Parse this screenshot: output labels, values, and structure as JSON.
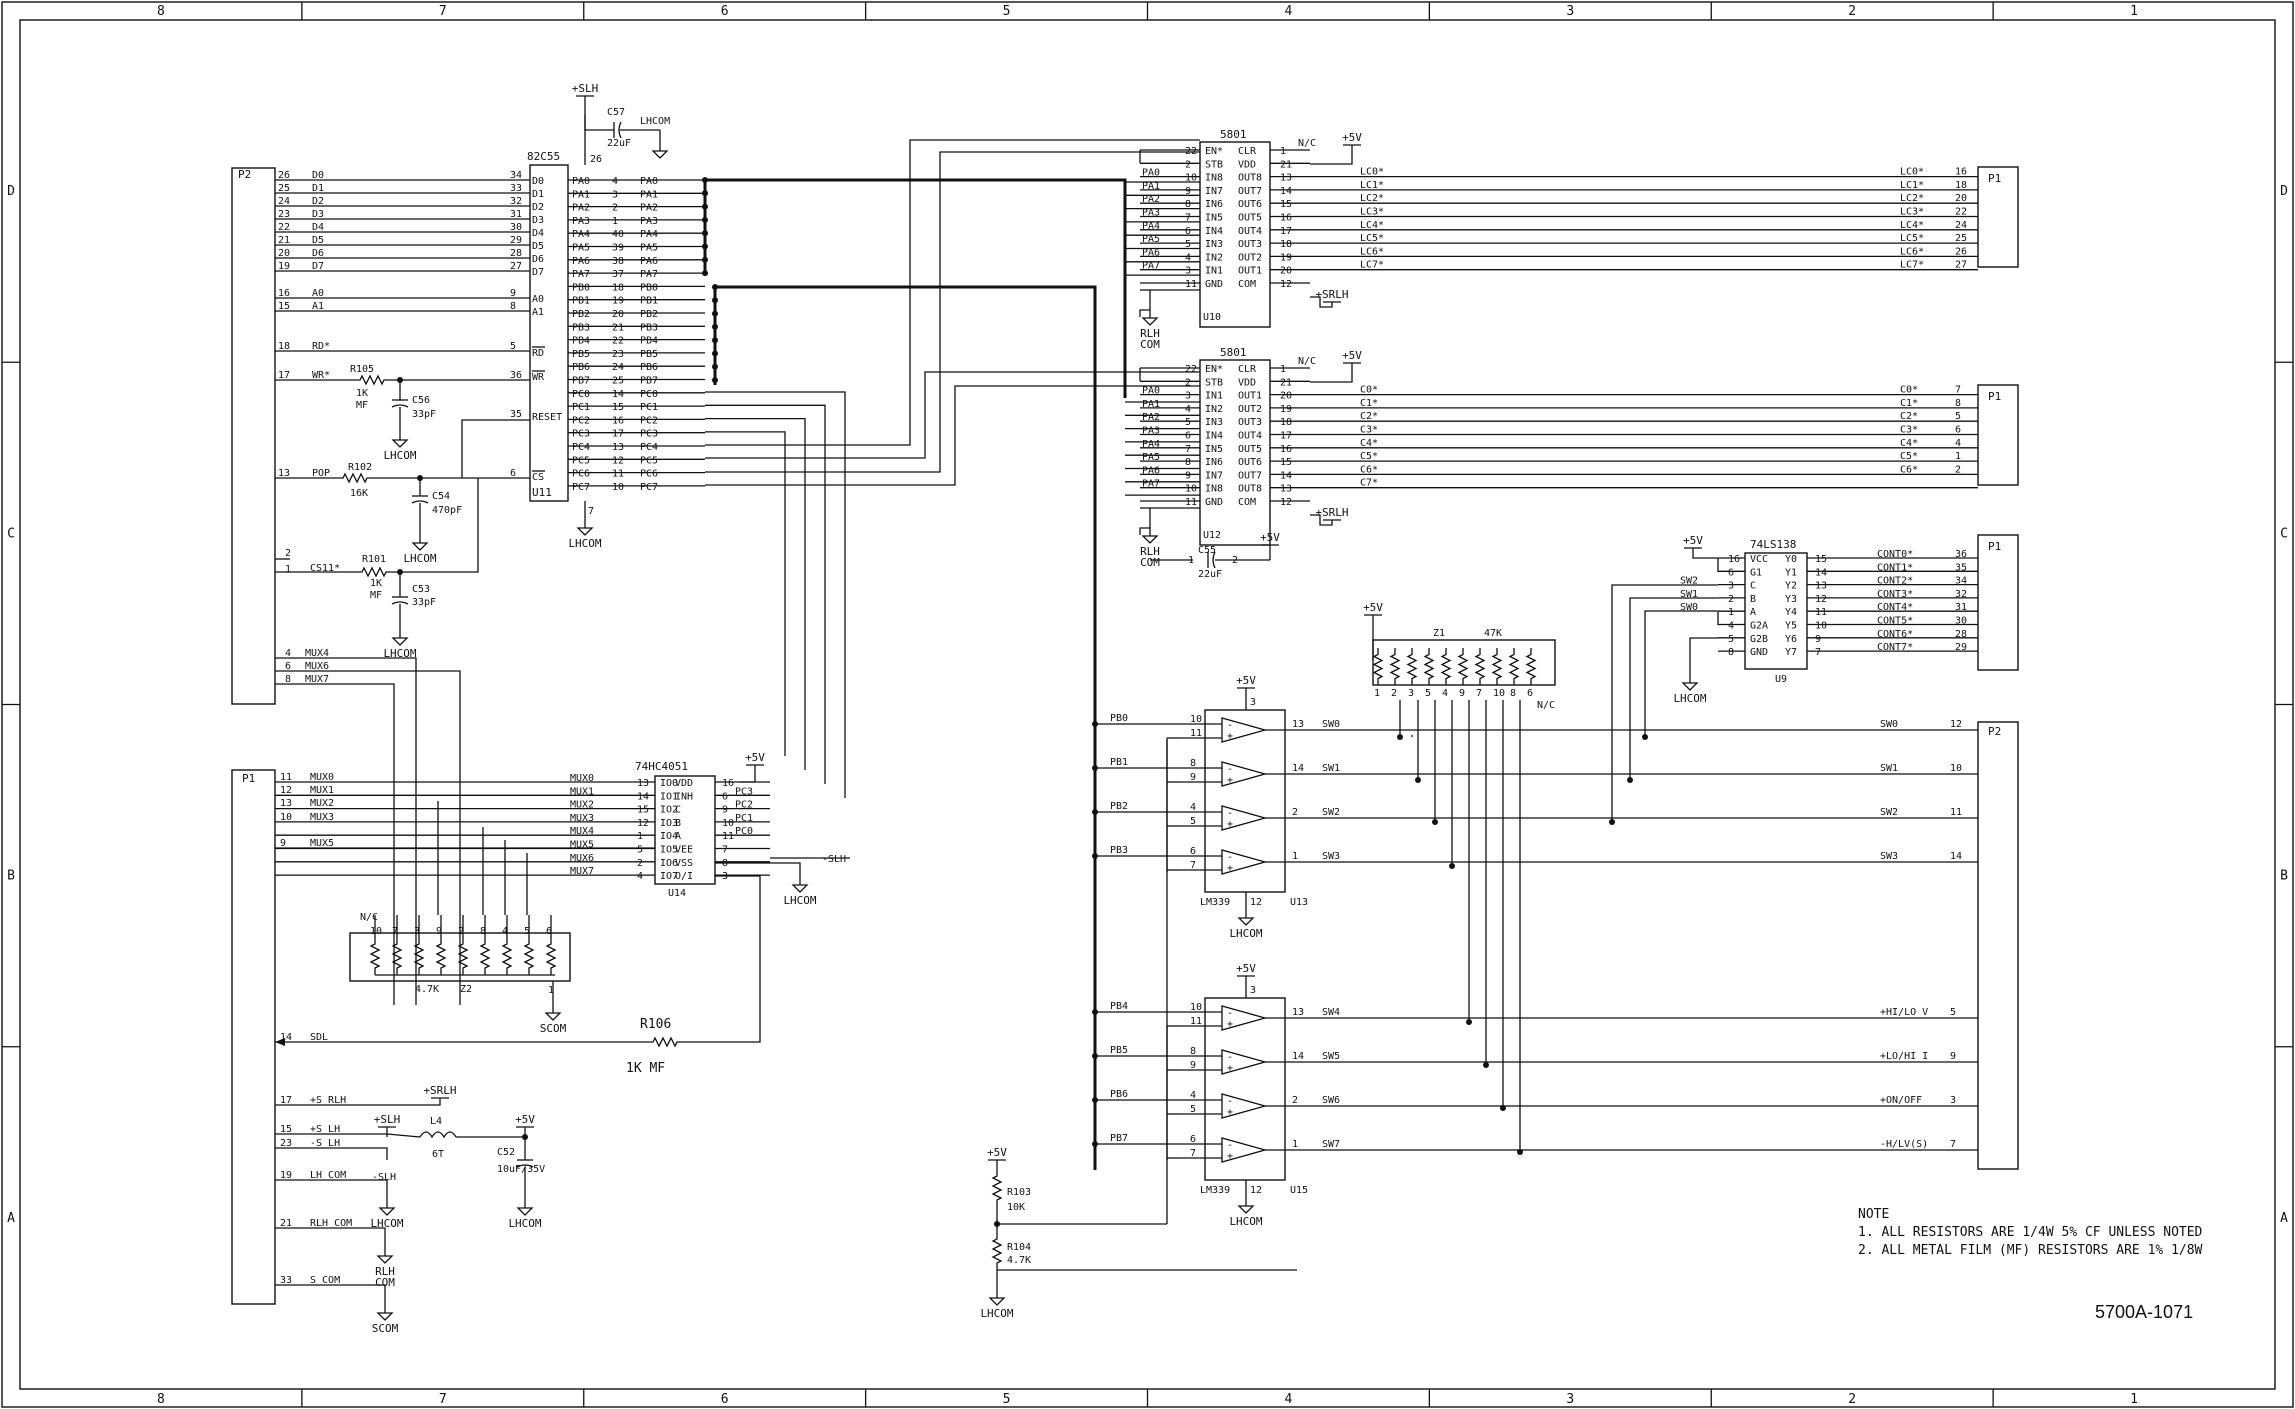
{
  "border": {
    "cols": [
      "8",
      "7",
      "6",
      "5",
      "4",
      "3",
      "2",
      "1"
    ],
    "rows": [
      "D",
      "C",
      "B",
      "A"
    ]
  },
  "u11": {
    "part": "82C55",
    "ref": "U11",
    "rd": "RD",
    "wr": "WR",
    "reset": "RESET",
    "cs": "CS"
  },
  "p2_top": {
    "ref": "P2",
    "data": [
      {
        "pin": "26",
        "sig": "D0",
        "cpin": "34",
        "name": "D0"
      },
      {
        "pin": "25",
        "sig": "D1",
        "cpin": "33",
        "name": "D1"
      },
      {
        "pin": "24",
        "sig": "D2",
        "cpin": "32",
        "name": "D2"
      },
      {
        "pin": "23",
        "sig": "D3",
        "cpin": "31",
        "name": "D3"
      },
      {
        "pin": "22",
        "sig": "D4",
        "cpin": "30",
        "name": "D4"
      },
      {
        "pin": "21",
        "sig": "D5",
        "cpin": "29",
        "name": "D5"
      },
      {
        "pin": "20",
        "sig": "D6",
        "cpin": "28",
        "name": "D6"
      },
      {
        "pin": "19",
        "sig": "D7",
        "cpin": "27",
        "name": "D7"
      }
    ],
    "addr": [
      {
        "pin": "16",
        "sig": "A0",
        "cpin": "9",
        "name": "A0"
      },
      {
        "pin": "15",
        "sig": "A1",
        "cpin": "8",
        "name": "A1"
      }
    ],
    "rd": {
      "pin": "18",
      "sig": "RD*",
      "cpin": "5"
    },
    "wr": {
      "pin": "17",
      "sig": "WR*",
      "cpin": "36"
    },
    "pop": {
      "pin": "13",
      "sig": "POP",
      "cpin": "6"
    },
    "reset_pin": "35",
    "cs11": {
      "pins": [
        "2",
        "1"
      ],
      "sig": "CS11*"
    },
    "mux": [
      {
        "pin": "4",
        "sig": "MUX4"
      },
      {
        "pin": "6",
        "sig": "MUX6"
      },
      {
        "pin": "8",
        "sig": "MUX7"
      }
    ]
  },
  "pa_ports": [
    {
      "pin": "4",
      "name": "PA0",
      "label": "PA0"
    },
    {
      "pin": "3",
      "name": "PA1",
      "label": "PA1"
    },
    {
      "pin": "2",
      "name": "PA2",
      "label": "PA2"
    },
    {
      "pin": "1",
      "name": "PA3",
      "label": "PA3"
    },
    {
      "pin": "40",
      "name": "PA4",
      "label": "PA4"
    },
    {
      "pin": "39",
      "name": "PA5",
      "label": "PA5"
    },
    {
      "pin": "38",
      "name": "PA6",
      "label": "PA6"
    },
    {
      "pin": "37",
      "name": "PA7",
      "label": "PA7"
    }
  ],
  "pb_ports": [
    {
      "pin": "18",
      "name": "PB0",
      "label": "PB0"
    },
    {
      "pin": "19",
      "name": "PB1",
      "label": "PB1"
    },
    {
      "pin": "20",
      "name": "PB2",
      "label": "PB2"
    },
    {
      "pin": "21",
      "name": "PB3",
      "label": "PB3"
    },
    {
      "pin": "22",
      "name": "PB4",
      "label": "PB4"
    },
    {
      "pin": "23",
      "name": "PB5",
      "label": "PB5"
    },
    {
      "pin": "24",
      "name": "PB6",
      "label": "PB6"
    },
    {
      "pin": "25",
      "name": "PB7",
      "label": "PB7"
    }
  ],
  "pc_ports": [
    {
      "pin": "14",
      "name": "PC0",
      "label": "PC0"
    },
    {
      "pin": "15",
      "name": "PC1",
      "label": "PC1"
    },
    {
      "pin": "16",
      "name": "PC2",
      "label": "PC2"
    },
    {
      "pin": "17",
      "name": "PC3",
      "label": "PC3"
    },
    {
      "pin": "13",
      "name": "PC4",
      "label": "PC4"
    },
    {
      "pin": "12",
      "name": "PC5",
      "label": "PC5"
    },
    {
      "pin": "11",
      "name": "PC6",
      "label": "PC6"
    },
    {
      "pin": "10",
      "name": "PC7",
      "label": "PC7"
    }
  ],
  "u11_vdd": "26",
  "u11_gnd": "7",
  "c57": {
    "ref": "C57",
    "val": "22uF",
    "rail": "+SLH",
    "gnd": "LHCOM"
  },
  "r105": {
    "ref": "R105",
    "val": "1K",
    "tol": "MF"
  },
  "c56": {
    "ref": "C56",
    "val": "33pF",
    "gnd": "LHCOM"
  },
  "r102": {
    "ref": "R102",
    "val": "16K"
  },
  "c54": {
    "ref": "C54",
    "val": "470pF",
    "gnd": "LHCOM"
  },
  "r101": {
    "ref": "R101",
    "val": "1K",
    "tol": "MF"
  },
  "c53": {
    "ref": "C53",
    "val": "33pF",
    "gnd": "LHCOM"
  },
  "u10": {
    "part": "5801",
    "ref": "U10",
    "left": [
      {
        "pin": "22",
        "name": "EN*"
      },
      {
        "pin": "2",
        "name": "STB"
      },
      {
        "pin": "10",
        "name": "IN8",
        "sig": "PA0"
      },
      {
        "pin": "9",
        "name": "IN7",
        "sig": "PA1"
      },
      {
        "pin": "8",
        "name": "IN6",
        "sig": "PA2"
      },
      {
        "pin": "7",
        "name": "IN5",
        "sig": "PA3"
      },
      {
        "pin": "6",
        "name": "IN4",
        "sig": "PA4"
      },
      {
        "pin": "5",
        "name": "IN3",
        "sig": "PA5"
      },
      {
        "pin": "4",
        "name": "IN2",
        "sig": "PA6"
      },
      {
        "pin": "3",
        "name": "IN1",
        "sig": "PA7"
      },
      {
        "pin": "11",
        "name": "GND"
      }
    ],
    "right": [
      {
        "pin": "1",
        "name": "CLR",
        "sig": "N/C"
      },
      {
        "pin": "21",
        "name": "VDD"
      },
      {
        "pin": "13",
        "name": "OUT8",
        "sig": "LC0*"
      },
      {
        "pin": "14",
        "name": "OUT7",
        "sig": "LC1*"
      },
      {
        "pin": "15",
        "name": "OUT6",
        "sig": "LC2*"
      },
      {
        "pin": "16",
        "name": "OUT5",
        "sig": "LC3*"
      },
      {
        "pin": "17",
        "name": "OUT4",
        "sig": "LC4*"
      },
      {
        "pin": "18",
        "name": "OUT3",
        "sig": "LC5*"
      },
      {
        "pin": "19",
        "name": "OUT2",
        "sig": "LC6*"
      },
      {
        "pin": "20",
        "name": "OUT1",
        "sig": "LC7*"
      },
      {
        "pin": "12",
        "name": "COM",
        "sig": "+SRLH"
      }
    ],
    "vrail": "+5V",
    "gnd": "RLH COM"
  },
  "p1_lc": {
    "ref": "P1",
    "pins": [
      "16",
      "18",
      "20",
      "22",
      "24",
      "25",
      "26",
      "27"
    ]
  },
  "u12": {
    "part": "5801",
    "ref": "U12",
    "left": [
      {
        "pin": "22",
        "name": "EN*"
      },
      {
        "pin": "2",
        "name": "STB"
      },
      {
        "pin": "3",
        "name": "IN1",
        "sig": "PA0"
      },
      {
        "pin": "4",
        "name": "IN2",
        "sig": "PA1"
      },
      {
        "pin": "5",
        "name": "IN3",
        "sig": "PA2"
      },
      {
        "pin": "6",
        "name": "IN4",
        "sig": "PA3"
      },
      {
        "pin": "7",
        "name": "IN5",
        "sig": "PA4"
      },
      {
        "pin": "8",
        "name": "IN6",
        "sig": "PA5"
      },
      {
        "pin": "9",
        "name": "IN7",
        "sig": "PA6"
      },
      {
        "pin": "10",
        "name": "IN8",
        "sig": "PA7"
      },
      {
        "pin": "11",
        "name": "GND"
      }
    ],
    "right": [
      {
        "pin": "1",
        "name": "CLR",
        "sig": "N/C"
      },
      {
        "pin": "21",
        "name": "VDD"
      },
      {
        "pin": "20",
        "name": "OUT1",
        "sig": "C0*"
      },
      {
        "pin": "19",
        "name": "OUT2",
        "sig": "C1*"
      },
      {
        "pin": "18",
        "name": "OUT3",
        "sig": "C2*"
      },
      {
        "pin": "17",
        "name": "OUT4",
        "sig": "C3*"
      },
      {
        "pin": "16",
        "name": "OUT5",
        "sig": "C4*"
      },
      {
        "pin": "15",
        "name": "OUT6",
        "sig": "C5*"
      },
      {
        "pin": "14",
        "name": "OUT7",
        "sig": "C6*"
      },
      {
        "pin": "13",
        "name": "OUT8",
        "sig": "C7*"
      },
      {
        "pin": "12",
        "name": "COM",
        "sig": "+SRLH"
      }
    ],
    "vrail": "+5V",
    "gnd": "RLH COM"
  },
  "p1_c": {
    "ref": "P1",
    "pins": [
      "7",
      "8",
      "5",
      "6",
      "4",
      "1",
      "2"
    ]
  },
  "c55": {
    "ref": "C55",
    "val": "22uF",
    "p1": "1",
    "p2": "2",
    "rail": "+5V"
  },
  "u9": {
    "part": "74LS138",
    "ref": "U9",
    "left": [
      {
        "pin": "16",
        "name": "VCC",
        "sig": "+5V"
      },
      {
        "pin": "6",
        "name": "G1"
      },
      {
        "pin": "3",
        "name": "C",
        "sig": "SW2"
      },
      {
        "pin": "2",
        "name": "B",
        "sig": "SW1"
      },
      {
        "pin": "1",
        "name": "A",
        "sig": "SW0"
      },
      {
        "pin": "4",
        "name": "G2A"
      },
      {
        "pin": "5",
        "name": "G2B"
      },
      {
        "pin": "8",
        "name": "GND"
      }
    ],
    "right": [
      {
        "pin": "15",
        "name": "Y0",
        "sig": "CONT0*",
        "p": "36"
      },
      {
        "pin": "14",
        "name": "Y1",
        "sig": "CONT1*",
        "p": "35"
      },
      {
        "pin": "13",
        "name": "Y2",
        "sig": "CONT2*",
        "p": "34"
      },
      {
        "pin": "12",
        "name": "Y3",
        "sig": "CONT3*",
        "p": "32"
      },
      {
        "pin": "11",
        "name": "Y4",
        "sig": "CONT4*",
        "p": "31"
      },
      {
        "pin": "10",
        "name": "Y5",
        "sig": "CONT5*",
        "p": "30"
      },
      {
        "pin": "9",
        "name": "Y6",
        "sig": "CONT6*",
        "p": "28"
      },
      {
        "pin": "7",
        "name": "Y7",
        "sig": "CONT7*",
        "p": "29"
      }
    ],
    "p1": "P1",
    "gnd": "LHCOM"
  },
  "z1": {
    "ref": "Z1",
    "val": "47K",
    "rail": "+5V",
    "pins": [
      "1",
      "2",
      "3",
      "5",
      "4",
      "9",
      "7",
      "10",
      "8",
      "6"
    ],
    "nc": "N/C"
  },
  "u13": {
    "part": "LM339",
    "ref": "U13",
    "vcc": "3",
    "gnd": "12",
    "rail": "+5V",
    "gndname": "LHCOM",
    "comps": [
      {
        "in": "PB0",
        "pm": "10",
        "pp": "11",
        "out": "13",
        "sw": "SW0",
        "p2label": "SW0",
        "p2pin": "12"
      },
      {
        "in": "PB1",
        "pm": "8",
        "pp": "9",
        "out": "14",
        "sw": "SW1",
        "p2label": "SW1",
        "p2pin": "10"
      },
      {
        "in": "PB2",
        "pm": "4",
        "pp": "5",
        "out": "2",
        "sw": "SW2",
        "p2label": "SW2",
        "p2pin": "11"
      },
      {
        "in": "PB3",
        "pm": "6",
        "pp": "7",
        "out": "1",
        "sw": "SW3",
        "p2label": "SW3",
        "p2pin": "14"
      }
    ]
  },
  "u15": {
    "part": "LM339",
    "ref": "U15",
    "vcc": "3",
    "gnd": "12",
    "rail": "+5V",
    "gndname": "LHCOM",
    "comps": [
      {
        "in": "PB4",
        "pm": "10",
        "pp": "11",
        "out": "13",
        "sw": "SW4",
        "p2label": "+HI/LO V",
        "p2pin": "5"
      },
      {
        "in": "PB5",
        "pm": "8",
        "pp": "9",
        "out": "14",
        "sw": "SW5",
        "p2label": "+LO/HI I",
        "p2pin": "9"
      },
      {
        "in": "PB6",
        "pm": "4",
        "pp": "5",
        "out": "2",
        "sw": "SW6",
        "p2label": "+ON/OFF",
        "p2pin": "3"
      },
      {
        "in": "PB7",
        "pm": "6",
        "pp": "7",
        "out": "1",
        "sw": "SW7",
        "p2label": "-H/LV(S)",
        "p2pin": "7"
      }
    ]
  },
  "p2_right": "P2",
  "r103": {
    "ref": "R103",
    "val": "10K",
    "rail": "+5V"
  },
  "r104": {
    "ref": "R104",
    "val": "4.7K",
    "gnd": "LHCOM"
  },
  "u14": {
    "part": "74HC4051",
    "ref": "U14",
    "left": [
      {
        "pin": "13",
        "name": "IO0",
        "sig": "MUX0"
      },
      {
        "pin": "14",
        "name": "IO1",
        "sig": "MUX1"
      },
      {
        "pin": "15",
        "name": "IO2",
        "sig": "MUX2"
      },
      {
        "pin": "12",
        "name": "IO3",
        "sig": "MUX3"
      },
      {
        "pin": "1",
        "name": "IO4",
        "sig": "MUX4"
      },
      {
        "pin": "5",
        "name": "IO5",
        "sig": "MUX5"
      },
      {
        "pin": "2",
        "name": "IO6",
        "sig": "MUX6"
      },
      {
        "pin": "4",
        "name": "IO7",
        "sig": "MUX7"
      }
    ],
    "right": [
      {
        "pin": "16",
        "name": "VDD",
        "sig": "+5V"
      },
      {
        "pin": "6",
        "name": "INH",
        "sig": "PC3"
      },
      {
        "pin": "9",
        "name": "C",
        "sig": "PC2"
      },
      {
        "pin": "10",
        "name": "B",
        "sig": "PC1"
      },
      {
        "pin": "11",
        "name": "A",
        "sig": "PC0"
      },
      {
        "pin": "7",
        "name": "VEE"
      },
      {
        "pin": "8",
        "name": "VSS",
        "sig": "-SLH"
      },
      {
        "pin": "3",
        "name": "O/I"
      }
    ],
    "gnd": "LHCOM"
  },
  "p1_left": {
    "ref": "P1",
    "mux": [
      {
        "pin": "11",
        "sig": "MUX0"
      },
      {
        "pin": "12",
        "sig": "MUX1"
      },
      {
        "pin": "13",
        "sig": "MUX2"
      },
      {
        "pin": "10",
        "sig": "MUX3"
      },
      {
        "pin": "9",
        "sig": "MUX5"
      }
    ],
    "sdl": {
      "pin": "14",
      "sig": "SDL"
    },
    "power": [
      {
        "pin": "17",
        "sig": "+S RLH"
      },
      {
        "pin": "15",
        "sig": "+S LH"
      },
      {
        "pin": "23",
        "sig": "-S LH"
      },
      {
        "pin": "19",
        "sig": "LH COM"
      },
      {
        "pin": "21",
        "sig": "RLH COM"
      },
      {
        "pin": "33",
        "sig": "S COM"
      }
    ]
  },
  "z2": {
    "ref": "Z2",
    "val": "4.7K",
    "nc": "N/C",
    "pins": [
      "10",
      "7",
      "3",
      "9",
      "2",
      "8",
      "4",
      "5",
      "6"
    ],
    "gnd": "SCOM",
    "gpin": "1"
  },
  "r106": {
    "ref": "R106",
    "val": "1K MF"
  },
  "l4": {
    "ref": "L4",
    "val": "6T",
    "rail": "+SLH"
  },
  "c52": {
    "ref": "C52",
    "val": "10uF/35V",
    "rail": "+5V",
    "gnd": "LHCOM"
  },
  "power_nets": {
    "srlh": "+SRLH",
    "slh": "+SLH",
    "mslh": "-SLH",
    "lhcom": "LHCOM",
    "rlh": "RLH",
    "com": "COM",
    "scom": "SCOM"
  },
  "note": {
    "title": "NOTE",
    "line1": "1. ALL RESISTORS ARE 1/4W 5% CF UNLESS NOTED",
    "line2": "2. ALL METAL FILM (MF) RESISTORS ARE 1% 1/8W"
  },
  "drawing_number": "5700A-1071"
}
